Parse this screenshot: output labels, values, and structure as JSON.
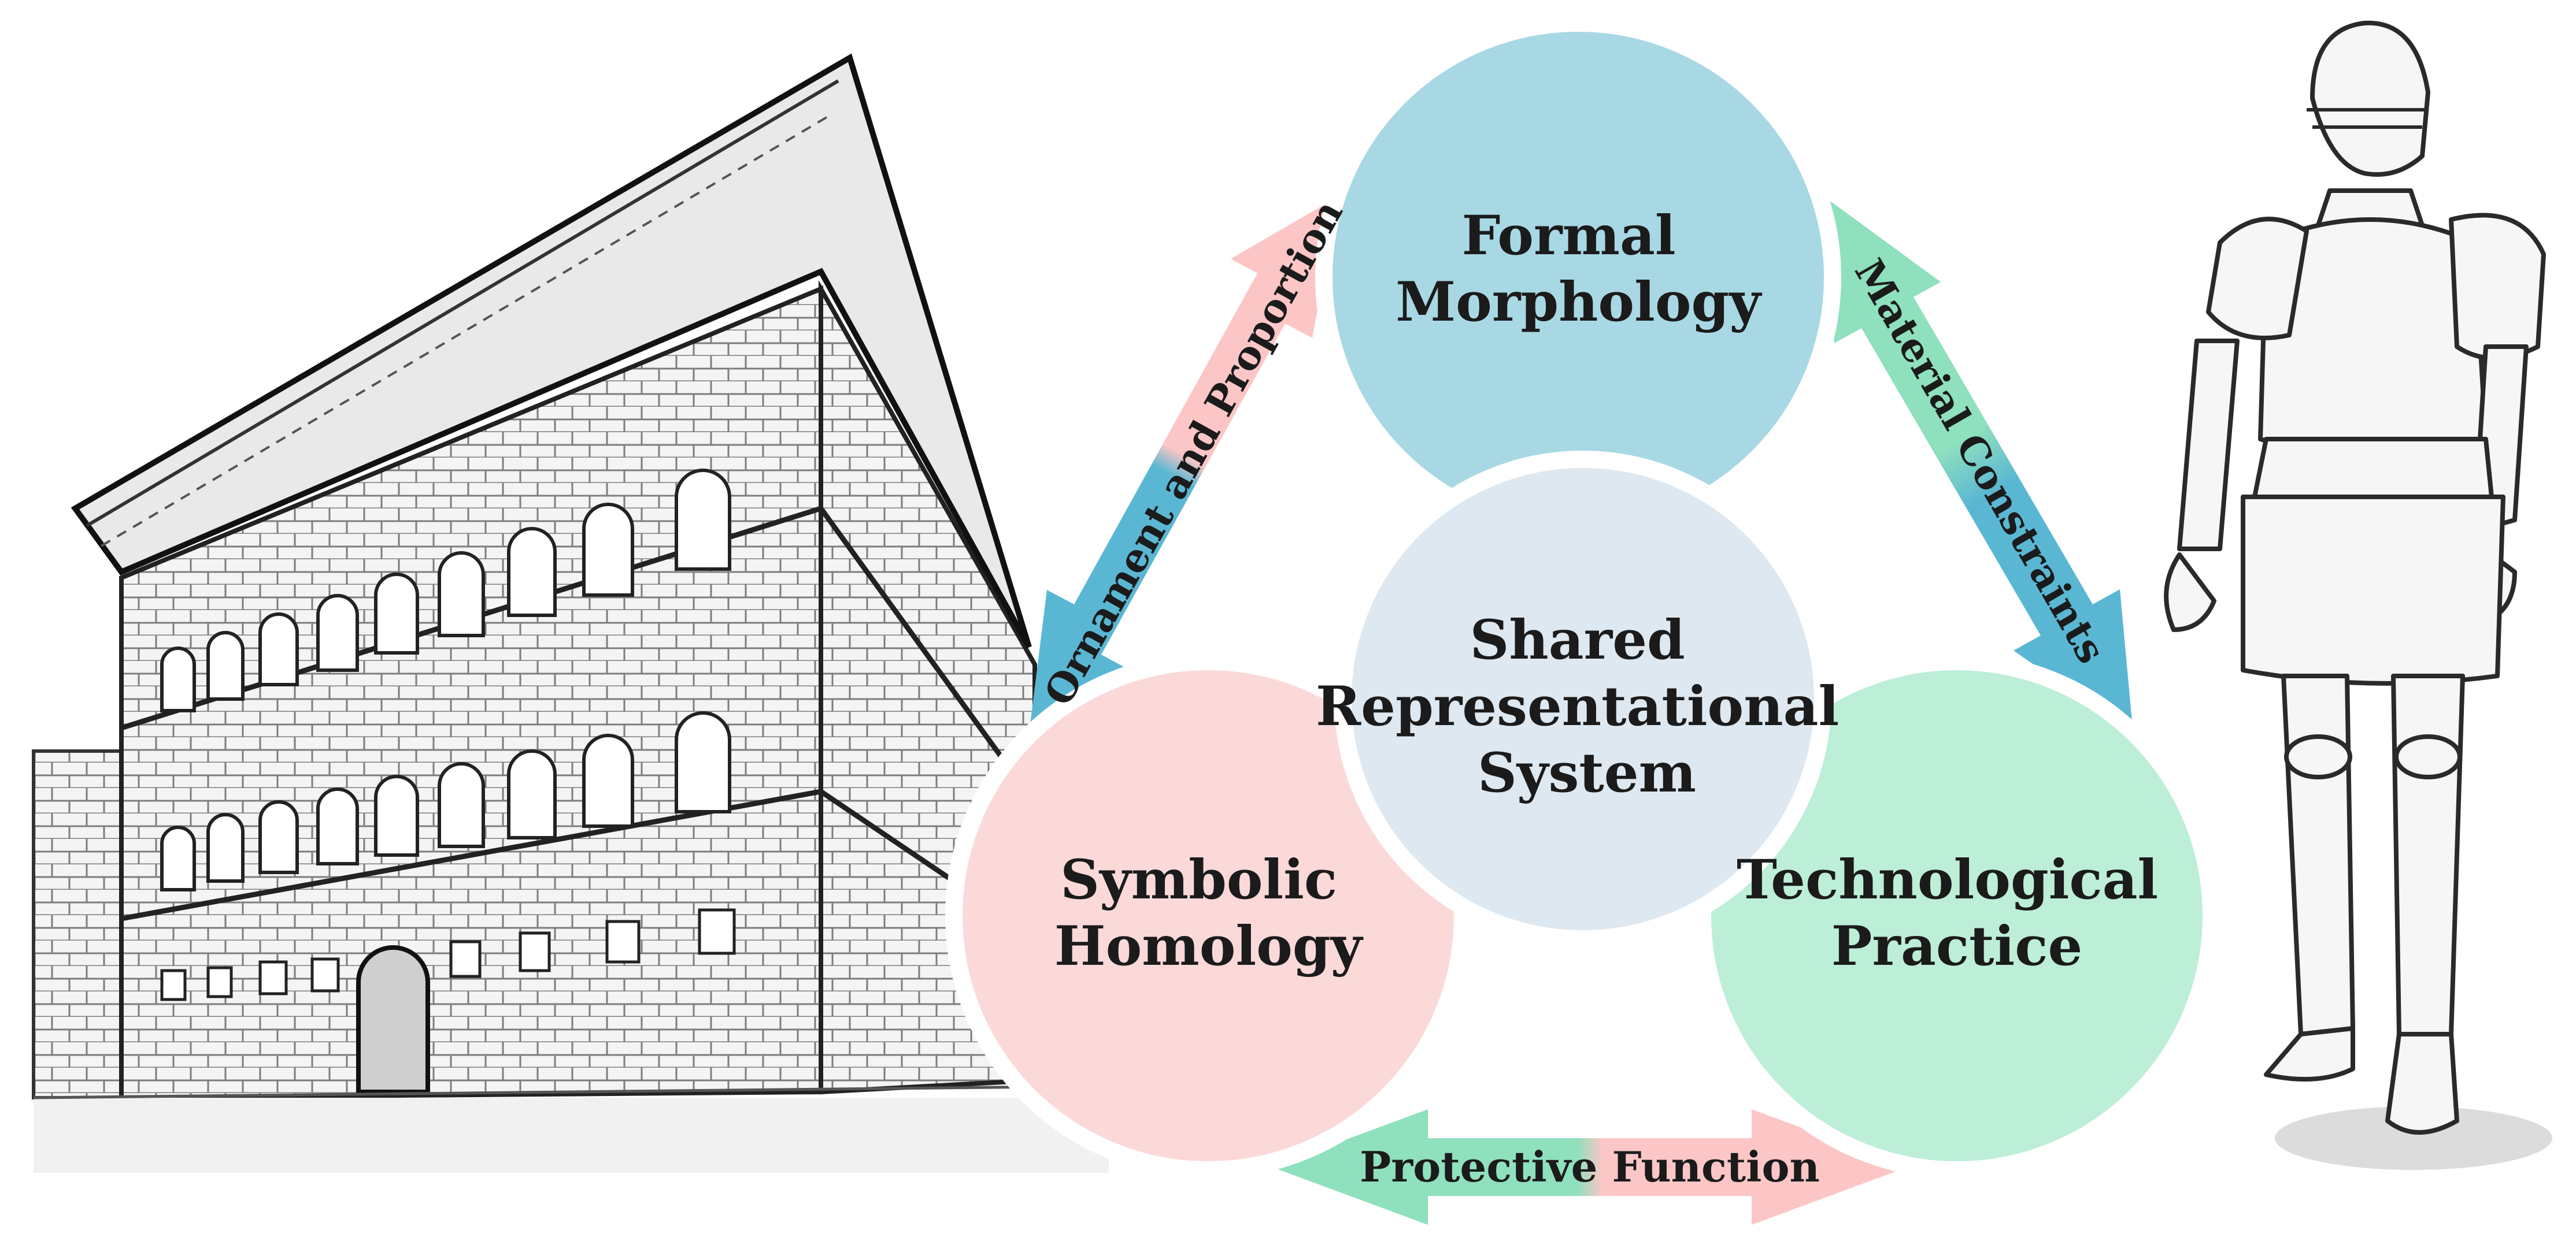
{
  "diagram": {
    "center": {
      "lines": [
        "Shared",
        "Representational",
        "System"
      ],
      "color": "#dde8f0"
    },
    "nodes": {
      "top": {
        "lines": [
          "Formal",
          "Morphology"
        ],
        "color": "#a8d8e4"
      },
      "left": {
        "lines": [
          "Symbolic",
          "Homology"
        ],
        "color": "#fcd9d9"
      },
      "right": {
        "lines": [
          "Technological",
          "Practice"
        ],
        "color": "#bdeed8"
      }
    },
    "arrows": {
      "left": {
        "label": "Ornament and Proportion",
        "colors": [
          "#fcc6c6",
          "#5ab7d3"
        ]
      },
      "right": {
        "label": "Material Constraints",
        "colors": [
          "#8fe0bd",
          "#5ab7d3"
        ]
      },
      "bottom": {
        "label": "Protective Function",
        "colors": [
          "#8fe0bd",
          "#fcc6c6"
        ]
      }
    },
    "images": [
      {
        "name": "palazzo-sketch",
        "description": "Pencil sketch of Renaissance palazzo facade"
      },
      {
        "name": "armor-sketch",
        "description": "Pencil sketch of full plate armor"
      }
    ]
  }
}
